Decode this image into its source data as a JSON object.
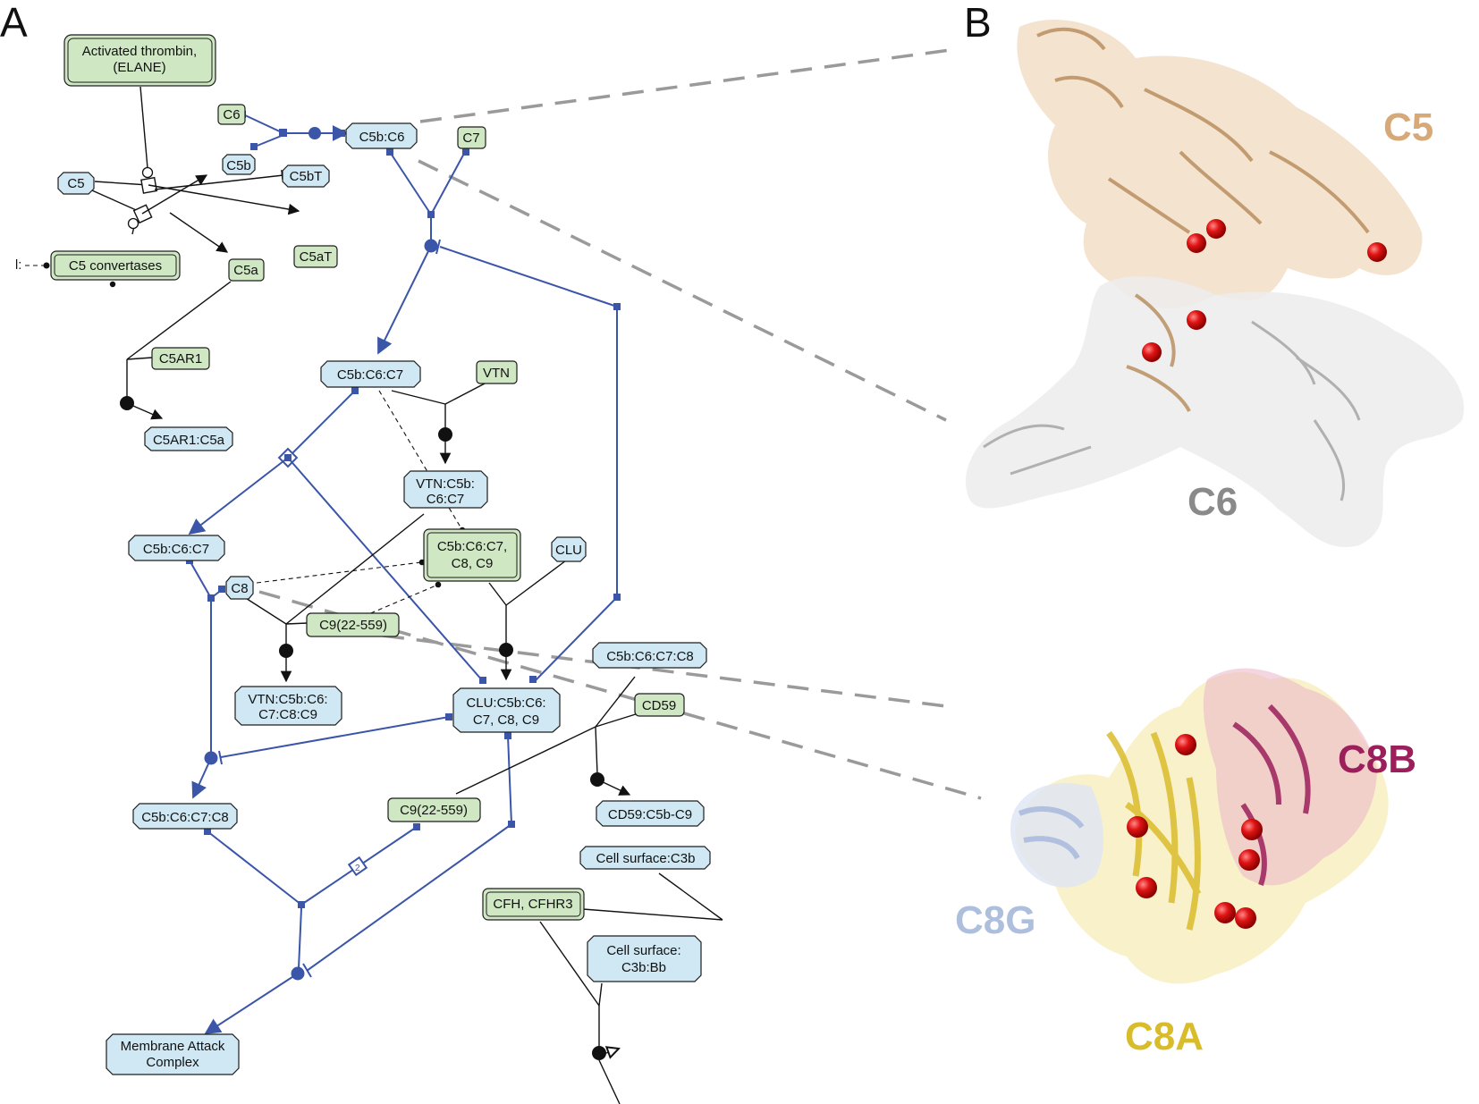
{
  "panels": {
    "a": "A",
    "b": "B"
  },
  "nodes": {
    "activated_thrombin_l1": "Activated thrombin,",
    "activated_thrombin_l2": "(ELANE)",
    "c6": "C6",
    "c5b": "C5b",
    "c5b_c6": "C5b:C6",
    "c7": "C7",
    "c5": "C5",
    "c5bt": "C5bT",
    "c5at": "C5aT",
    "c5a": "C5a",
    "c5_convertases": "C5 convertases",
    "c5ar1": "C5AR1",
    "c5ar1_c5a": "C5AR1:C5a",
    "c5b_c6_c7_top": "C5b:C6:C7",
    "vtn": "VTN",
    "vtn_c5b_c6_c7_l1": "VTN:C5b:",
    "vtn_c5b_c6_c7_l2": "C6:C7",
    "c5b_c6_c7_left": "C5b:C6:C7",
    "c5b_c6_c7_c8_c9_l1": "C5b:C6:C7,",
    "c5b_c6_c7_c8_c9_l2": "C8, C9",
    "clu": "CLU",
    "c8": "C8",
    "c9_a": "C9(22-559)",
    "vtn_c5b_c6_c7_c8_c9_l1": "VTN:C5b:C6:",
    "vtn_c5b_c6_c7_c8_c9_l2": "C7:C8:C9",
    "clu_complex_l1": "CLU:C5b:C6:",
    "clu_complex_l2": "C7, C8, C9",
    "c5b_c6_c7_c8_right": "C5b:C6:C7:C8",
    "cd59": "CD59",
    "cd59_c5b_c9": "CD59:C5b-C9",
    "c5b_c6_c7_c8_left": "C5b:C6:C7:C8",
    "c9_b": "C9(22-559)",
    "stoich": "2",
    "cell_surface_c3b": "Cell surface:C3b",
    "cfh_cfhr3": "CFH, CFHR3",
    "cell_surface_c3b_bb_l1": "Cell surface:",
    "cell_surface_c3b_bb_l2": "C3b:Bb",
    "mac_l1": "Membrane Attack",
    "mac_l2": "Complex",
    "offscreen": "l:"
  },
  "structure_labels": {
    "c5": "C5",
    "c6": "C6",
    "c8b": "C8B",
    "c8g": "C8G",
    "c8a": "C8A"
  },
  "colors": {
    "complex_fill": "#cfe8f3",
    "entity_fill": "#cfe8c3",
    "pathway_blue": "#3b55a8",
    "c5": "#d7a978",
    "c6": "#8a8a8a",
    "c8a": "#d9bc2a",
    "c8b": "#9b1f5b",
    "c8g": "#aebedd",
    "highlight": "#e01414"
  }
}
